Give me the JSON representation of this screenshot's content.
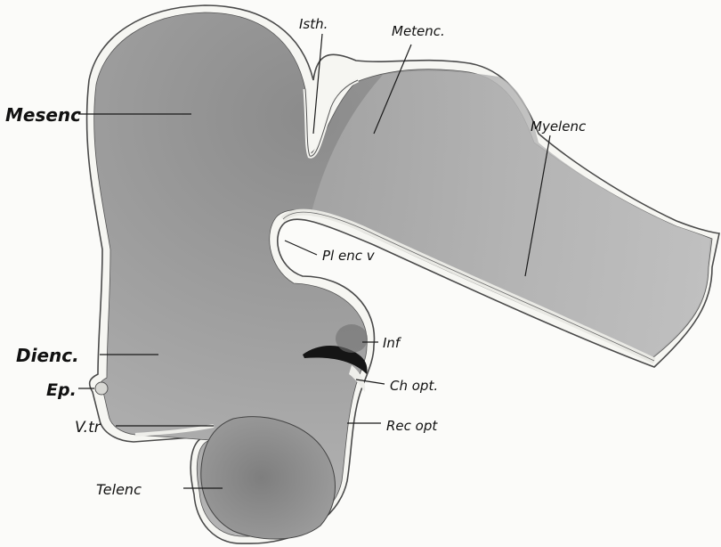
{
  "labels": {
    "mesenc": "Mesenc",
    "isth": "Isth.",
    "metenc": "Metenc.",
    "myelenc": "Myelenc",
    "pl_enc_v": "Pl enc v",
    "inf": "Inf",
    "dienc": "Dienc.",
    "ep": "Ep.",
    "ch_opt": "Ch opt.",
    "v_tr": "V.tr",
    "rec_opt": "Rec opt",
    "telenc": "Telenc"
  }
}
